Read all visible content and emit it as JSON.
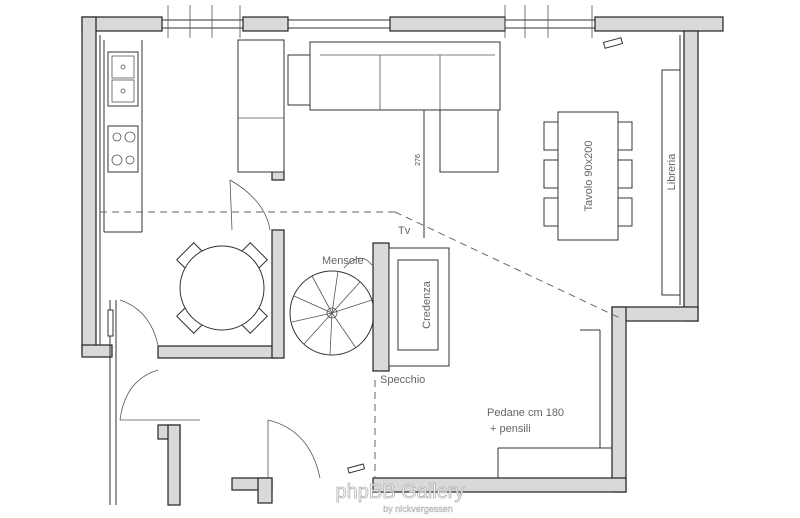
{
  "labels": {
    "tavolo": "Tavolo 90x200",
    "libreria": "Libreria",
    "tv": "Tv",
    "mensole": "Mensole",
    "credenza": "Credenza",
    "specchio": "Specchio",
    "pedane_line1": "Pedane cm 180",
    "pedane_line2": "+ pensili",
    "dimension": "276"
  },
  "watermark": {
    "title": "phpBB Gallery",
    "subtitle": "by nickvergessen"
  }
}
